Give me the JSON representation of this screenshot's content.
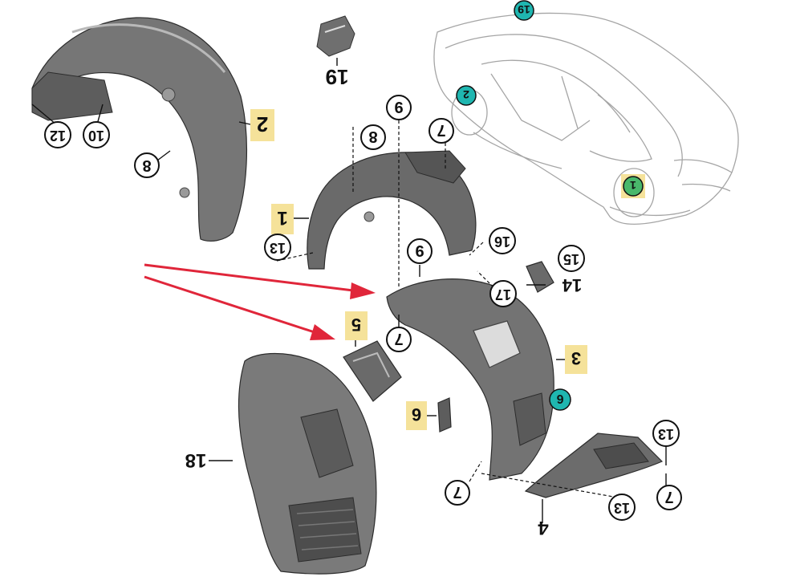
{
  "diagram": {
    "labels": {
      "p1": "1",
      "p2": "2",
      "p3": "3",
      "p4": "4",
      "p5": "5",
      "p6": "6",
      "p7": "7",
      "p8": "8",
      "p9": "9",
      "p10": "10",
      "p12": "12",
      "p13": "13",
      "p14": "14",
      "p15": "15",
      "p16": "16",
      "p17": "17",
      "p18": "18",
      "p19": "19"
    },
    "colors": {
      "part_fill": "#6f6f6f",
      "part_dark": "#4a4a4a",
      "car_outline": "#9a9a9a",
      "highlight_box": "#f5e29a",
      "teal_badge": "#1fb6b0",
      "green_badge": "#49b86b",
      "arrow_red": "#e0263a",
      "ink": "#111111"
    }
  }
}
